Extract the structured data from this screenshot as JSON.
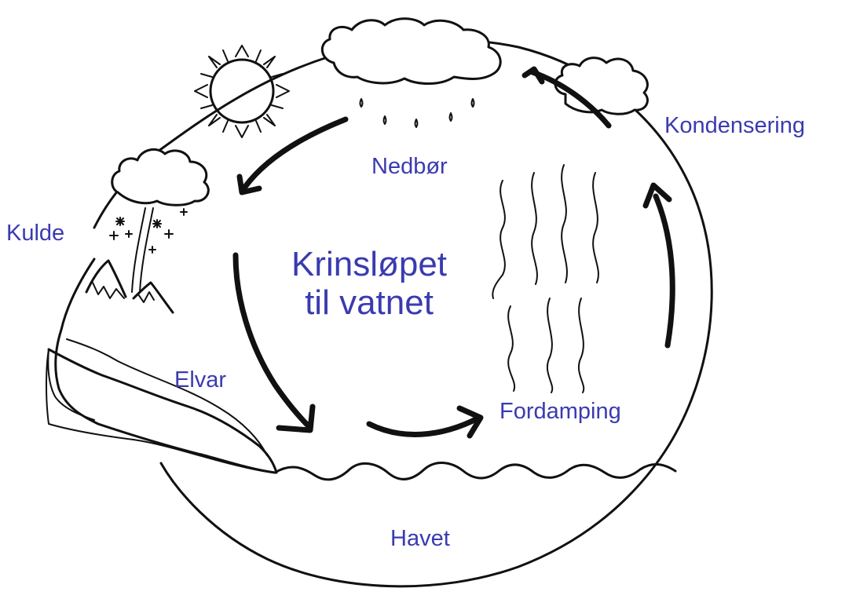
{
  "title": {
    "line1": "Krinsløpet",
    "line2": "til vatnet"
  },
  "labels": {
    "nedbor": "Nedbør",
    "kondensering": "Kondensering",
    "kulde": "Kulde",
    "elvar": "Elvar",
    "fordamping": "Fordamping",
    "havet": "Havet"
  },
  "colors": {
    "label": "#3a3bb0",
    "ink": "#111111"
  }
}
